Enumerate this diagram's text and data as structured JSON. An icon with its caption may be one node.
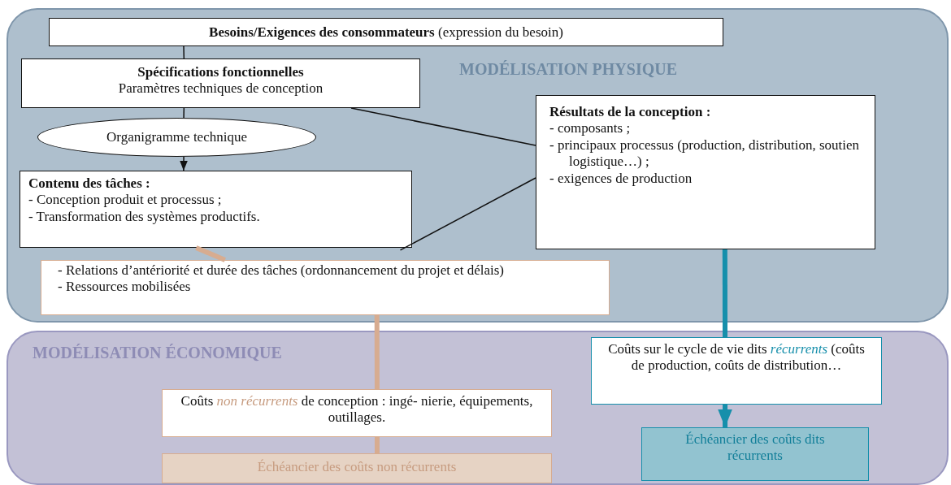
{
  "diagram": {
    "nodes": [
      {
        "text": [
          "MODÉLISATION PHYSIQUE"
        ]
      },
      {
        "text": [
          "**Besoins/Exigences des consommateurs** (expression du besoin)"
        ],
        "in": 0
      },
      {
        "text": [
          "Spécifications fonctionnelles",
          "Paramètres techniques de conception"
        ],
        "in": 0
      },
      {
        "text": [
          "Organigramme technique"
        ],
        "in": 0
      },
      {
        "text": [
          "Contenu des tâches :",
          "- Conception produit et processus ;",
          "- Transformation des systèmes productifs."
        ],
        "in": 0
      },
      {
        "text": [
          "Résultats de la conception :",
          "- composants ;",
          "- principaux processus (production, distribution, soutien logistique…) ;",
          "- exigences de production"
        ],
        "in": 0
      },
      {
        "text": [
          "- Relations d’antériorité et durée des tâches (ordonnancement du projet et délais)",
          "- Ressources mobilisées"
        ],
        "in": 0
      },
      {
        "text": [
          "MODÉLISATION ÉCONOMIQUE"
        ]
      },
      {
        "text": [
          "Coûts *non récurrents* de conception : ingé- nierie, équipements, outillages."
        ],
        "in": 7
      },
      {
        "text": [
          "Échéancier des coûts non récurrents"
        ],
        "in": 7
      },
      {
        "text": [
          "Coûts sur le cycle de vie dits *récurrents* (coûts de production, coûts de distribution…"
        ],
        "in": 7
      },
      {
        "text": [
          "Échéancier des coûts dits récurrents"
        ],
        "in": 7
      }
    ],
    "edges": [
      {
        "from": 1,
        "to": 2,
        "arrow": "none"
      },
      {
        "from": 2,
        "to": 3,
        "arrow": "none"
      },
      {
        "from": 3,
        "to": 4,
        "arrow": "to"
      },
      {
        "from": 2,
        "to": 5,
        "arrow": "none"
      },
      {
        "from": 4,
        "to": 5,
        "arrow": "none"
      },
      {
        "from": 4,
        "to": 6,
        "arrow": "none",
        "style": "thick",
        "color": "#d7ac90"
      },
      {
        "from": 6,
        "to": 8,
        "arrow": "none",
        "style": "thick",
        "color": "#d7ac90"
      },
      {
        "from": 8,
        "to": 9,
        "arrow": "none",
        "style": "thick",
        "color": "#d7ac90"
      },
      {
        "from": 5,
        "to": 10,
        "arrow": "none",
        "style": "thick",
        "color": "#168fab"
      },
      {
        "from": 10,
        "to": 11,
        "arrow": "to",
        "style": "thick",
        "color": "#168fab"
      }
    ]
  }
}
